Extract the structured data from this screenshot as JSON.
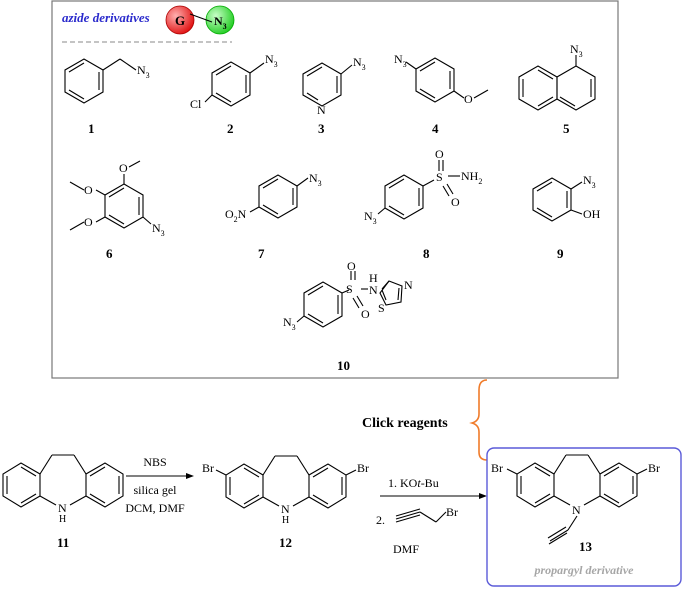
{
  "box_title": "azide derivatives",
  "legend_G": "G",
  "legend_N": "N",
  "legend_N_sub": "3",
  "azide_sub": "3",
  "atoms": {
    "N": "N",
    "Cl": "Cl",
    "O": "O",
    "S": "S",
    "H": "H",
    "NH": "NH",
    "NH_sub": "2",
    "OH": "OH",
    "Br": "Br",
    "NO2_sub": "2"
  },
  "compounds": [
    "1",
    "2",
    "3",
    "4",
    "5",
    "6",
    "7",
    "8",
    "9",
    "10",
    "11",
    "12",
    "13"
  ],
  "click_label": "Click reagents",
  "step1": {
    "line1": "NBS",
    "line2": "silica gel",
    "line3": "DCM, DMF"
  },
  "step2": {
    "line1": "1. KO",
    "line1_italic": "t",
    "line1_rest": "-Bu",
    "line2": "2.",
    "line3": "DMF"
  },
  "propargyl_label": "propargyl derivative",
  "colors": {
    "title_blue": "#2a2acc",
    "sphere_red": "#e01010",
    "sphere_green": "#22cc22",
    "brace_orange": "#f07b2a",
    "product_border": "#5a5ad8",
    "propargyl_gray": "#a6a6a6"
  }
}
